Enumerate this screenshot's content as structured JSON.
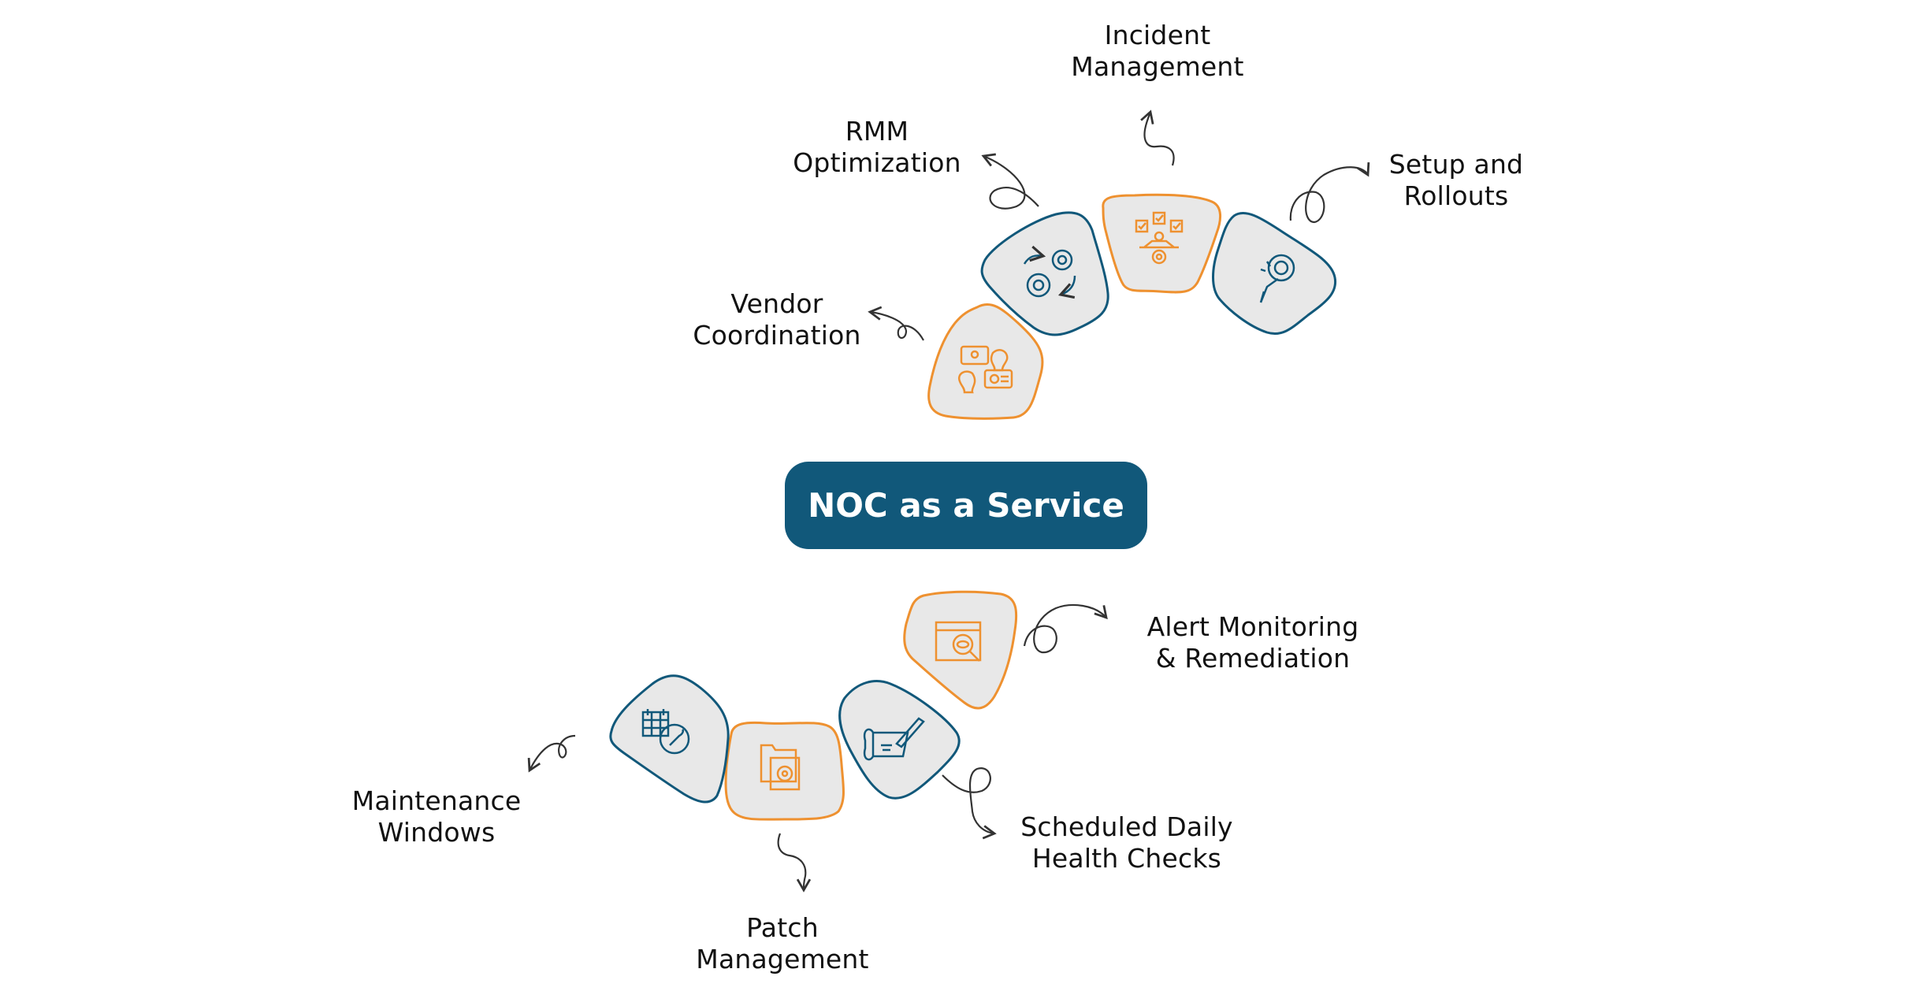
{
  "title": "NOC as a Service",
  "colors": {
    "primary": "#11587a",
    "accent": "#ee9130",
    "tile_fill": "#e8e8e8",
    "arrow": "#333333",
    "text": "#111111"
  },
  "top_items": [
    {
      "label_line1": "Vendor",
      "label_line2": "Coordination",
      "icon": "collaboration-icon",
      "border": "orange"
    },
    {
      "label_line1": "RMM",
      "label_line2": "Optimization",
      "icon": "gears-cycle-icon",
      "border": "blue"
    },
    {
      "label_line1": "Incident",
      "label_line2": "Management",
      "icon": "task-manager-icon",
      "border": "orange"
    },
    {
      "label_line1": "Setup and",
      "label_line2": "Rollouts",
      "icon": "hand-gear-icon",
      "border": "blue"
    }
  ],
  "bottom_items": [
    {
      "label_line1": "Alert Monitoring",
      "label_line2": "& Remediation",
      "icon": "browser-eye-search-icon",
      "border": "orange"
    },
    {
      "label_line1": "Scheduled Daily",
      "label_line2": "Health Checks",
      "icon": "checklist-pen-icon",
      "border": "blue"
    },
    {
      "label_line1": "Patch",
      "label_line2": "Management",
      "icon": "folder-gear-icon",
      "border": "orange"
    },
    {
      "label_line1": "Maintenance",
      "label_line2": "Windows",
      "icon": "calendar-wrench-icon",
      "border": "blue"
    }
  ]
}
